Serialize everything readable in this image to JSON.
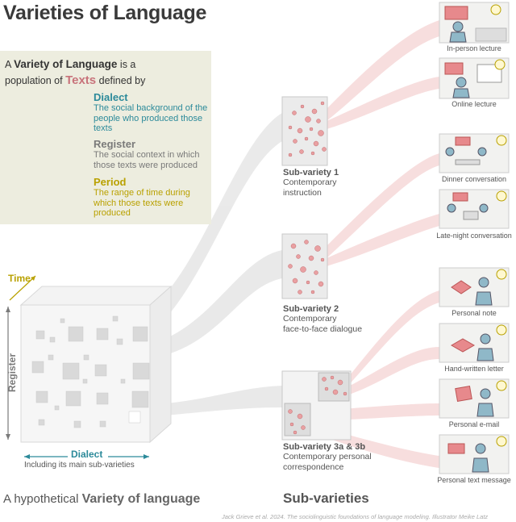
{
  "title": "Varieties of Language",
  "definition": {
    "intro_a": "A",
    "intro_term": "Variety of Language",
    "intro_b": "is a population of",
    "intro_texts": "Texts",
    "intro_c": "defined by",
    "items": [
      {
        "heading": "Dialect",
        "desc": "The social background of the people who produced those texts",
        "color": "#2c8a9a"
      },
      {
        "heading": "Register",
        "desc": "The social context in which those texts were produced",
        "color": "#7a7a7a"
      },
      {
        "heading": "Period",
        "desc": "The range of time during which those texts were produced",
        "color": "#b9a100"
      }
    ]
  },
  "cube": {
    "time_label": "Time",
    "register_label": "Register",
    "dialect_label": "Dialect",
    "sub_label": "Including its main sub-varieties"
  },
  "subvarieties": [
    {
      "title": "Sub-variety 1",
      "desc1": "Contemporary",
      "desc2": "instruction"
    },
    {
      "title": "Sub-variety 2",
      "desc1": "Contemporary",
      "desc2": "face-to-face dialogue"
    },
    {
      "title": "Sub-variety 3a & 3b",
      "desc1": "Contemporary personal",
      "desc2": "correspondence"
    }
  ],
  "scenes": [
    "In-person lecture",
    "Online lecture",
    "Dinner conversation",
    "Late-night conversation",
    "Personal note",
    "Hand-written letter",
    "Personal e-mail",
    "Personal text message"
  ],
  "footer": {
    "left_prefix": "A hypothetical",
    "left_bold": "Variety of language",
    "right": "Sub-varieties",
    "credit": "Jack Grieve et al. 2024. The sociolinguistic foundations of language modeling. Illustrator Meike Latz"
  },
  "colors": {
    "dialect": "#2c8a9a",
    "register": "#7a7a7a",
    "period": "#b9a100",
    "texts": "#c8737b",
    "person": "#8fb8c8",
    "dots": "#e9a0a2"
  }
}
